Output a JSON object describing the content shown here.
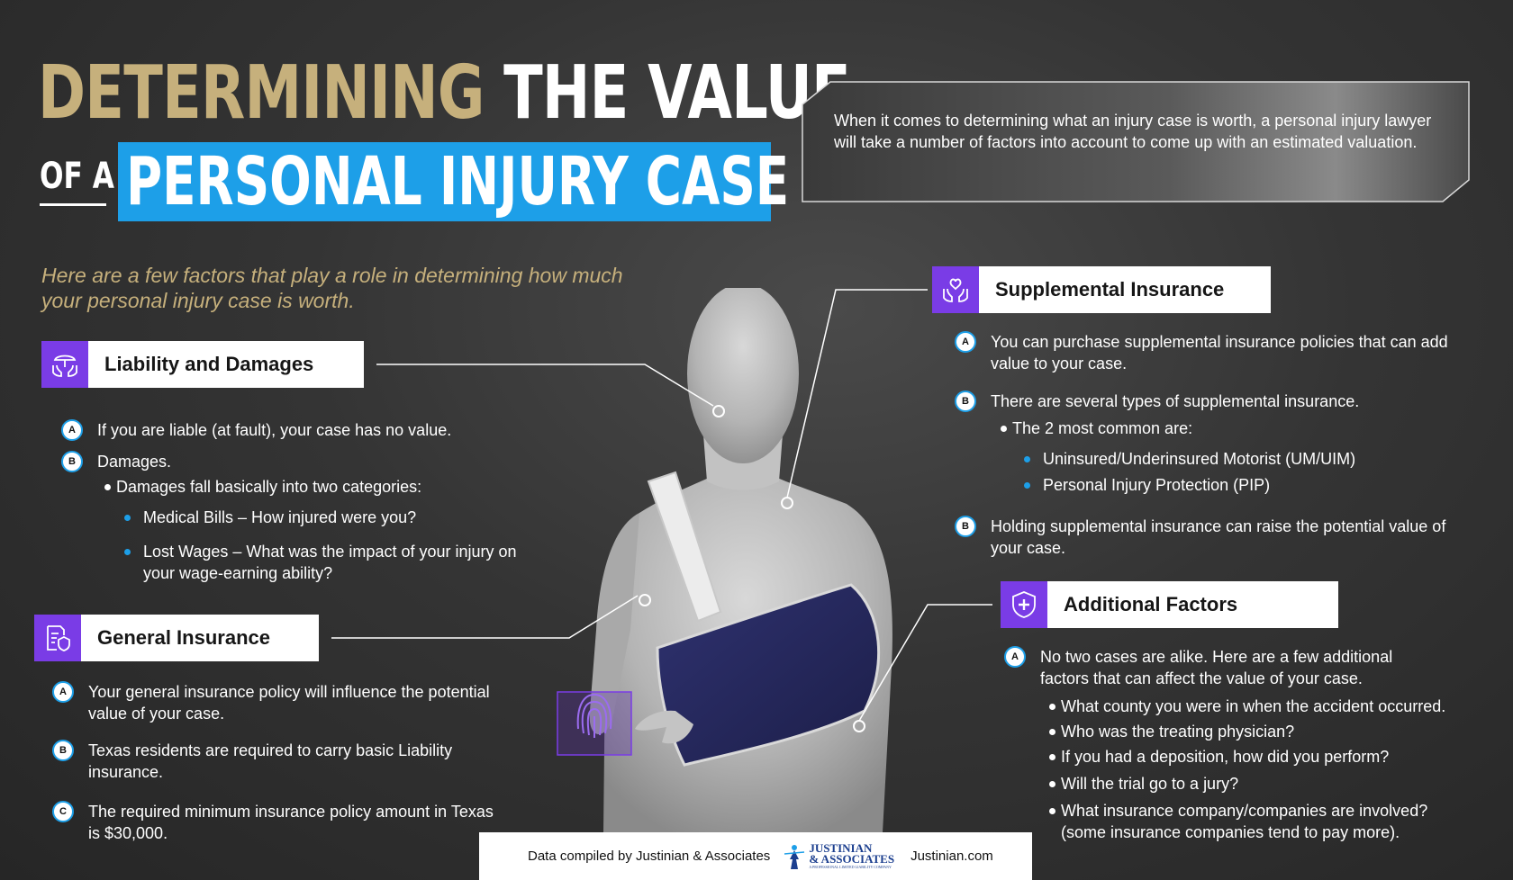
{
  "title": {
    "part1": "DETERMINING",
    "part2": "THE VALUE",
    "prefix": "OF A",
    "highlight": "PERSONAL INJURY CASE"
  },
  "intro": "When it comes to determining what an injury case is worth, a personal injury lawyer will take a number of factors into account to come up with an estimated valuation.",
  "subtitle": "Here are a few factors that play a role in determining how much your personal injury case is worth.",
  "liability": {
    "heading": "Liability and Damages",
    "icon": "hands-umbrella-icon",
    "items": [
      {
        "badge": "A",
        "text": "If you are liable (at fault), your case has no value."
      },
      {
        "badge": "B",
        "text": "Damages."
      }
    ],
    "sub": "Damages fall basically into two categories:",
    "bullets": [
      "Medical Bills – How injured were you?",
      "Lost Wages – What was the impact of your injury on your wage-earning ability?"
    ]
  },
  "general": {
    "heading": "General Insurance",
    "icon": "document-shield-icon",
    "items": [
      {
        "badge": "A",
        "text": "Your general insurance policy will influence the potential value of your case."
      },
      {
        "badge": "B",
        "text": "Texas residents are required to carry basic Liability insurance."
      },
      {
        "badge": "C",
        "text": "The required minimum insurance policy amount in Texas is $30,000."
      }
    ]
  },
  "supplemental": {
    "heading": "Supplemental Insurance",
    "icon": "hands-heart-icon",
    "items": [
      {
        "badge": "A",
        "text": "You can purchase supplemental insurance policies that can add value to your case."
      },
      {
        "badge": "B",
        "text": "There are several types of supplemental insurance."
      },
      {
        "badge": "B",
        "text": "Holding supplemental insurance can raise the potential value of your case."
      }
    ],
    "sub": "The 2 most common are:",
    "bullets": [
      "Uninsured/Underinsured Motorist (UM/UIM)",
      "Personal Injury Protection (PIP)"
    ]
  },
  "additional": {
    "heading": "Additional Factors",
    "icon": "shield-plus-icon",
    "items": [
      {
        "badge": "A",
        "text": "No two cases are alike. Here are a few additional factors that can affect the value of your case."
      }
    ],
    "bullets": [
      "What county you were in when the accident occurred.",
      "Who was the treating physician?",
      "If you had a deposition, how did you perform?",
      "Will the trial go to a jury?",
      "What insurance company/companies are involved? (some insurance companies tend to pay more)."
    ]
  },
  "footer": {
    "credit": "Data compiled by Justinian & Associates",
    "logo_line1": "JUSTINIAN",
    "logo_line2": "& ASSOCIATES",
    "logo_tagline": "A PROFESSIONAL LIMITED LIABILITY COMPANY",
    "website": "Justinian.com"
  },
  "colors": {
    "gold": "#c6b07c",
    "blue": "#1d9fe8",
    "purple": "#7a3ce6",
    "sling": "#25285a"
  }
}
